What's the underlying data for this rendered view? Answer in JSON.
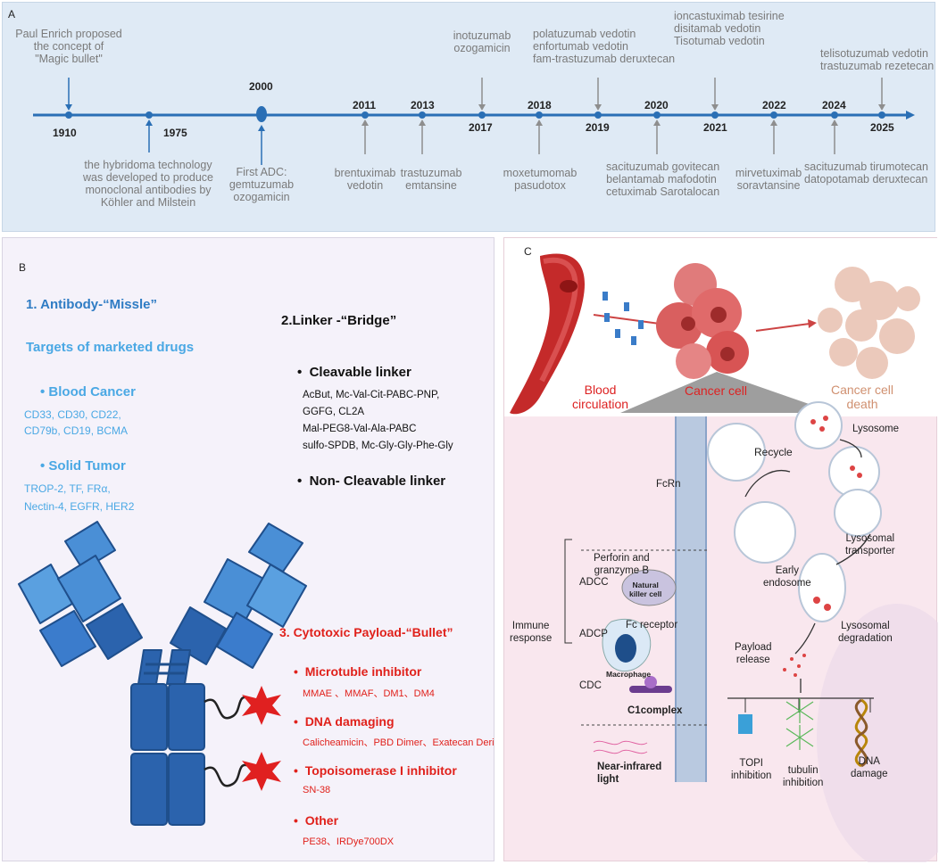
{
  "panel_a": {
    "label": "A",
    "milestones_above": [
      {
        "year": "1910",
        "text": [
          "Paul Enrich proposed",
          "the concept of",
          "\"Magic bullet\""
        ]
      },
      {
        "year": "2017",
        "text": [
          "inotuzumab",
          "ozogamicin"
        ]
      },
      {
        "year": "2019",
        "text": [
          "polatuzumab vedotin",
          "enfortumab vedotin",
          "fam-trastuzumab deruxtecan"
        ]
      },
      {
        "year": "2021",
        "text": [
          "ioncastuximab tesirine",
          "disitamab vedotin",
          "Tisotumab vedotin"
        ]
      },
      {
        "year": "2025",
        "text": [
          "telisotuzumab vedotin",
          "trastuzumab rezetecan"
        ]
      }
    ],
    "milestones_below": [
      {
        "year": "1975",
        "text": [
          "the hybridoma technology",
          "was developed to produce",
          "monoclonal antibodies by",
          "Köhler and Milstein"
        ]
      },
      {
        "year": "2000",
        "text": [
          "First ADC:",
          "gemtuzumab",
          "ozogamicin"
        ]
      },
      {
        "year": "2011",
        "text": [
          "brentuximab",
          "vedotin"
        ]
      },
      {
        "year": "2013",
        "text": [
          "trastuzumab",
          "emtansine"
        ]
      },
      {
        "year": "2018",
        "text": [
          "moxetumomab",
          "pasudotox"
        ]
      },
      {
        "year": "2020",
        "text": [
          "sacituzumab govitecan",
          "belantamab mafodotin",
          "cetuximab Sarotalocan"
        ]
      },
      {
        "year": "2022",
        "text": [
          "mirvetuximab",
          "soravtansine"
        ]
      },
      {
        "year": "2024",
        "text": [
          "sacituzumab tirumotecan",
          "datopotamab deruxtecan"
        ]
      }
    ]
  },
  "panel_b": {
    "label": "B",
    "antibody_heading": "1. Antibody-“Missle”",
    "targets_heading": "Targets of marketed drugs",
    "blood_cancer": {
      "title": "Blood Cancer",
      "lines": [
        "CD33, CD30, CD22,",
        "CD79b, CD19, BCMA"
      ]
    },
    "solid_tumor": {
      "title": "Solid Tumor",
      "lines": [
        "TROP-2, TF, FRα,",
        "Nectin-4, EGFR,  HER2"
      ]
    },
    "linker_heading": "2.Linker -“Bridge”",
    "cleavable": {
      "title": "Cleavable linker",
      "lines": [
        "AcBut, Mc-Val-Cit-PABC-PNP,",
        "GGFG, CL2A",
        "Mal-PEG8-Val-Ala-PABC",
        " sulfo-SPDB, Mc-Gly-Gly-Phe-Gly"
      ]
    },
    "noncleavable": {
      "title": "Non- Cleavable linker"
    },
    "payload_heading": "3. Cytotoxic Payload-“Bullet”",
    "payloads": [
      {
        "title": "Microtuble inhibitor",
        "detail": "MMAE 、MMAF、DM1、DM4"
      },
      {
        "title": "DNA damaging",
        "detail": "Calicheamicin、PBD Dimer、Exatecan Deriva"
      },
      {
        "title": "Topoisomerase I inhibitor",
        "detail": "SN-38"
      },
      {
        "title": "Other",
        "detail": "PE38、IRDye700DX"
      }
    ]
  },
  "panel_c": {
    "label": "C",
    "blood_circulation": [
      "Blood",
      "circulation"
    ],
    "cancer_cell": "Cancer cell",
    "cancer_cell_death": [
      "Cancer cell",
      "death"
    ],
    "lysosome": "Lysosome",
    "recycle": "Recycle",
    "fcrn": "FcRn",
    "lysosomal_transporter": [
      "Lysosomal",
      "transporter"
    ],
    "perforin": [
      "Perforin and",
      "granzyme B"
    ],
    "adcc": "ADCC",
    "nk_cell": [
      "Natural",
      "killer cell"
    ],
    "early_endosome": [
      "Early",
      "endosome"
    ],
    "immune_response": [
      "Immune",
      "response"
    ],
    "fc_receptor": "Fc receptor",
    "adcp": "ADCP",
    "lysosomal_degradation": [
      "Lysosomal",
      "degradation"
    ],
    "payload_release": [
      "Payload",
      "release"
    ],
    "macrophage": "Macrophage",
    "cdc": "CDC",
    "c1complex": "C1complex",
    "near_infrared": [
      "Near-infrared",
      "light"
    ],
    "topi": [
      "TOPI",
      "inhibition"
    ],
    "tubulin": [
      "tubulin",
      "inhibition"
    ],
    "dna_damage": [
      "DNA",
      "damage"
    ]
  },
  "colors": {
    "timeline": "#2a6fb5",
    "blue_head": "#2f7cc4",
    "light_blue": "#4aa8e4",
    "red": "#e0211b",
    "antibody": "#2b63ad"
  }
}
